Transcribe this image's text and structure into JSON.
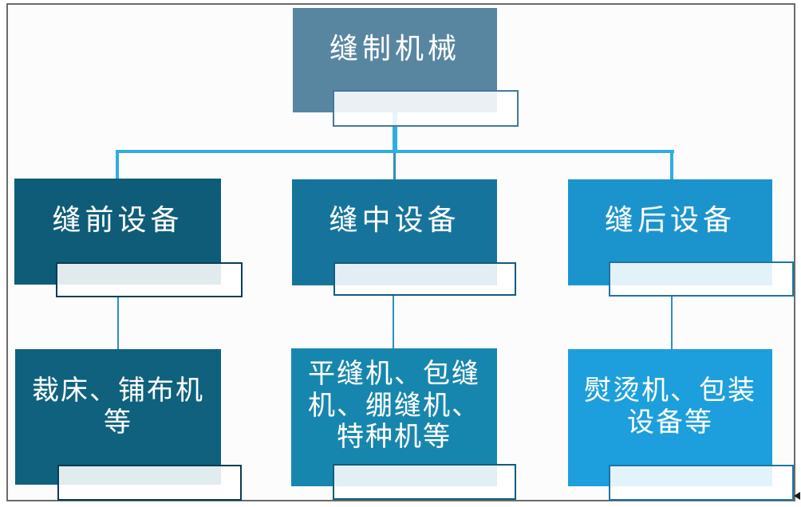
{
  "page": {
    "background": "#FCFCFD",
    "frame_border": "#6B6B6B",
    "text_color": "#FFFFFF",
    "bar_fill": "rgba(255,255,255,0.88)"
  },
  "diagram": {
    "root": {
      "label": "缝制机械",
      "box_color": "#5886A0",
      "bar_border": "#44789C"
    },
    "columns": [
      {
        "header": {
          "label": "缝前设备",
          "box_color": "#0E5C77"
        },
        "detail": {
          "label": "裁床、铺布机\n等",
          "box_color": "#0F617D"
        },
        "bar_border": "#0C3C55"
      },
      {
        "header": {
          "label": "缝中设备",
          "box_color": "#16749C"
        },
        "detail": {
          "label": "平缝机、包缝\n机、绷缝机、\n特种机等",
          "box_color": "#1786AE"
        },
        "bar_border": "#155B7E"
      },
      {
        "header": {
          "label": "缝后设备",
          "box_color": "#1B94CD"
        },
        "detail": {
          "label": "熨烫机、包装\n设备等",
          "box_color": "#1C9FDC"
        },
        "bar_border": "#1E74A6"
      }
    ],
    "connectors": {
      "primary_color": "#2FAEE2",
      "secondary_color": "#2E90BC"
    }
  },
  "artifacts": {
    "cursor_mark": "small-left-pointer"
  }
}
